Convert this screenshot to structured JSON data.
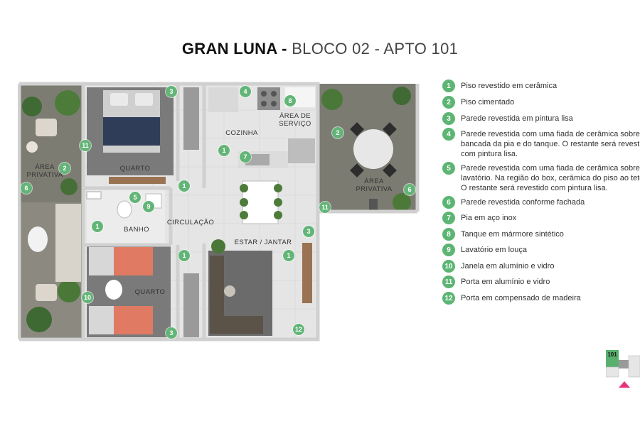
{
  "title": {
    "bold": "GRAN LUNA -",
    "light": "BLOCO 02 - APTO 101"
  },
  "rooms": {
    "area_privativa_left": "ÁREA\nPRIVATIVA",
    "quarto_top": "QUARTO",
    "cozinha": "COZINHA",
    "area_servico": "ÁREA DE\nSERVIÇO",
    "area_privativa_right": "ÁREA\nPRIVATIVA",
    "banho": "BANHO",
    "circulacao": "CIRCULAÇÃO",
    "estar_jantar": "ESTAR / JANTAR",
    "quarto_bottom": "QUARTO"
  },
  "badges": [
    "3",
    "4",
    "8",
    "11",
    "2",
    "6",
    "1",
    "7",
    "2",
    "6",
    "1",
    "5",
    "9",
    "1",
    "11",
    "3",
    "1",
    "1",
    "10",
    "3",
    "12",
    "1"
  ],
  "legend": [
    {
      "num": "1",
      "text": "Piso revestido em cerâmica"
    },
    {
      "num": "2",
      "text": "Piso cimentado"
    },
    {
      "num": "3",
      "text": "Parede revestida em pintura lisa"
    },
    {
      "num": "4",
      "text": "Parede revestida com uma fiada de cerâmica sobre a\nbancada da pia e do tanque. O restante será revestido\ncom pintura lisa."
    },
    {
      "num": "5",
      "text": "Parede revestida com uma fiada de cerâmica sobre o\nlavatório. Na região do box, cerâmica do piso ao teto.\nO restante será revestido com pintura lisa."
    },
    {
      "num": "6",
      "text": "Parede revestida conforme fachada"
    },
    {
      "num": "7",
      "text": "Pia em aço inox"
    },
    {
      "num": "8",
      "text": "Tanque em mármore sintético"
    },
    {
      "num": "9",
      "text": "Lavatório em louça"
    },
    {
      "num": "10",
      "text": "Janela em alumínio e vidro"
    },
    {
      "num": "11",
      "text": "Porta em alumínio e vidro"
    },
    {
      "num": "12",
      "text": "Porta em compensado de madeira"
    }
  ],
  "keyplan": {
    "label": "101"
  },
  "colors": {
    "badge": "#63b577",
    "wall": "#d9d9d9",
    "tile": "#eeeeee",
    "concrete": "#7b7b72",
    "marker": "#e8327c"
  }
}
